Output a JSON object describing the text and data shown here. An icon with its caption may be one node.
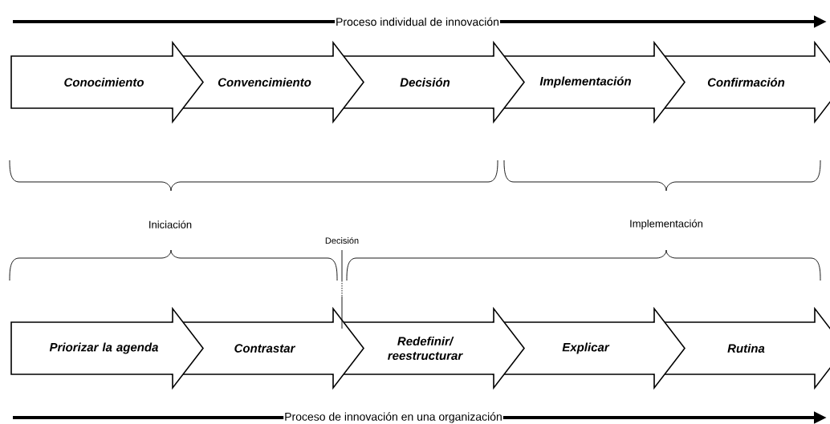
{
  "diagram": {
    "nodes": [
      {
        "text": [
          "Conocimiento"
        ]
      },
      {
        "text": [
          "Convencimiento"
        ]
      },
      {
        "text": [
          "Decisión"
        ]
      },
      {
        "text": [
          "Implementación"
        ]
      },
      {
        "text": [
          "Confirmación"
        ]
      },
      {
        "text": [
          "Priorizar la agenda"
        ]
      },
      {
        "text": [
          "Contrastar"
        ]
      },
      {
        "text": [
          "Redefinir/ reestructurar"
        ]
      },
      {
        "text": [
          "Explicar"
        ]
      },
      {
        "text": [
          "Rutina"
        ]
      }
    ],
    "labels": [
      "Proceso individual de innovación",
      "Iniciación",
      "Implementación",
      "Decisión",
      "Proceso de innovación en una organización"
    ]
  }
}
